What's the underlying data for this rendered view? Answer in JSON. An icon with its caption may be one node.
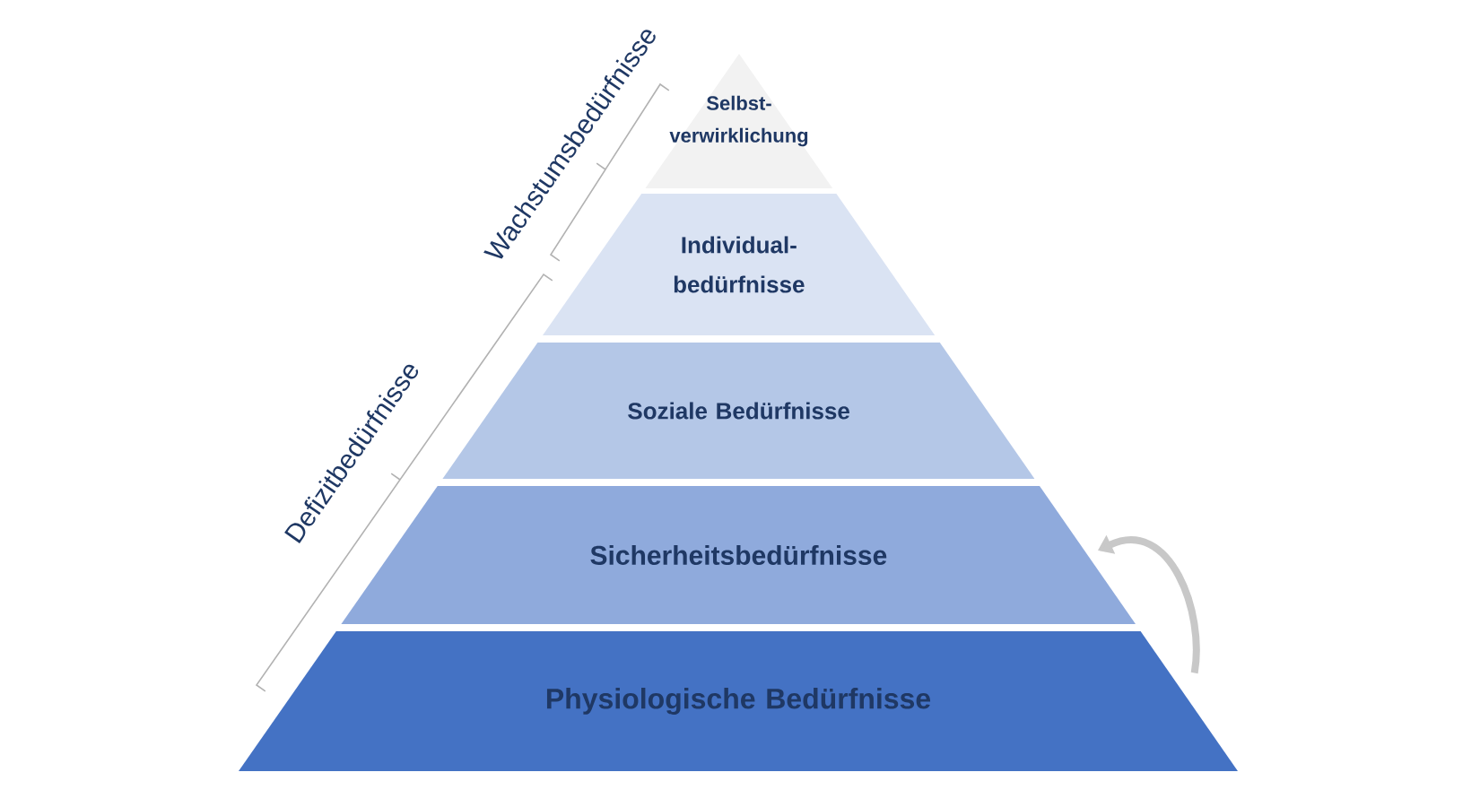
{
  "diagram": {
    "nodes": [
      {
        "text": [
          "Selbst- verwirklichung"
        ]
      },
      {
        "text": [
          "Individual- bedürfnisse"
        ]
      },
      {
        "text": [
          "Soziale Bedürfnisse"
        ]
      },
      {
        "text": [
          "Sicherheitsbedürfnisse"
        ]
      },
      {
        "text": [
          "Physiologische Bedürfnisse"
        ]
      }
    ],
    "edges": [
      {
        "from": 4,
        "to": 3,
        "arrow": "to",
        "color": "#c8c8c8"
      }
    ],
    "labels": [
      "Wachstumsbedürfnisse",
      "Defizitbedürfnisse"
    ]
  }
}
